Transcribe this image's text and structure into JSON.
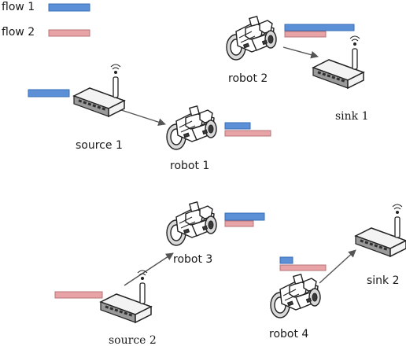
{
  "legend": {
    "flow1_label": "flow 1",
    "flow2_label": "flow 2",
    "flow1_color": "#5b8fd6",
    "flow2_color": "#e8a3a6"
  },
  "nodes": {
    "source1": "source 1",
    "source2": "source 2",
    "robot1": "robot 1",
    "robot2": "robot 2",
    "robot3": "robot 3",
    "robot4": "robot 4",
    "sink1": "sink 1",
    "sink2": "sink 2"
  },
  "icons": {
    "router": "wireless-router-icon",
    "robot": "robot-icon"
  }
}
